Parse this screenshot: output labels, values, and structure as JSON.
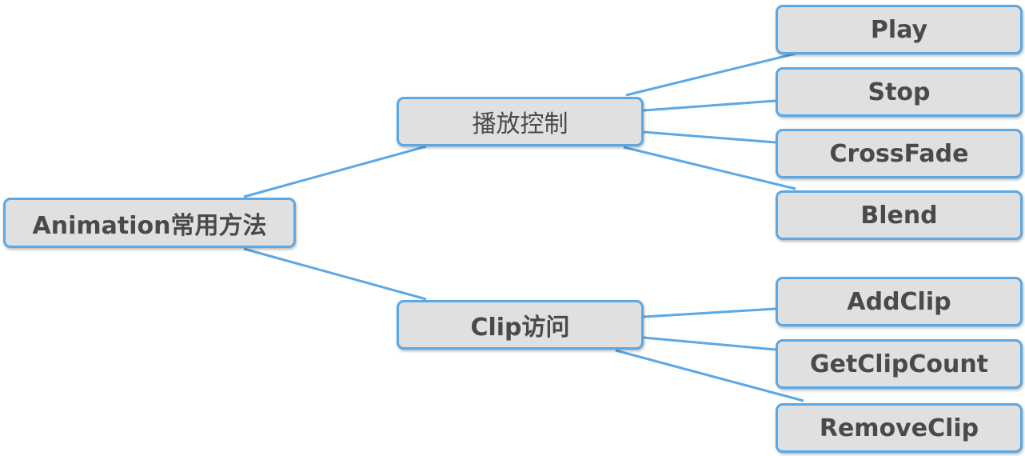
{
  "diagram": {
    "root": {
      "label": "Animation常用方法"
    },
    "branches": [
      {
        "label": "播放控制",
        "children": [
          "Play",
          "Stop",
          "CrossFade",
          "Blend"
        ]
      },
      {
        "label": "Clip访问",
        "children": [
          "AddClip",
          "GetClipCount",
          "RemoveClip"
        ]
      }
    ],
    "colors": {
      "connector": "#5aa8e6",
      "node_fill": "#e0e0e0",
      "node_border": "#5aa8e6",
      "text": "#4a4a4a"
    }
  }
}
